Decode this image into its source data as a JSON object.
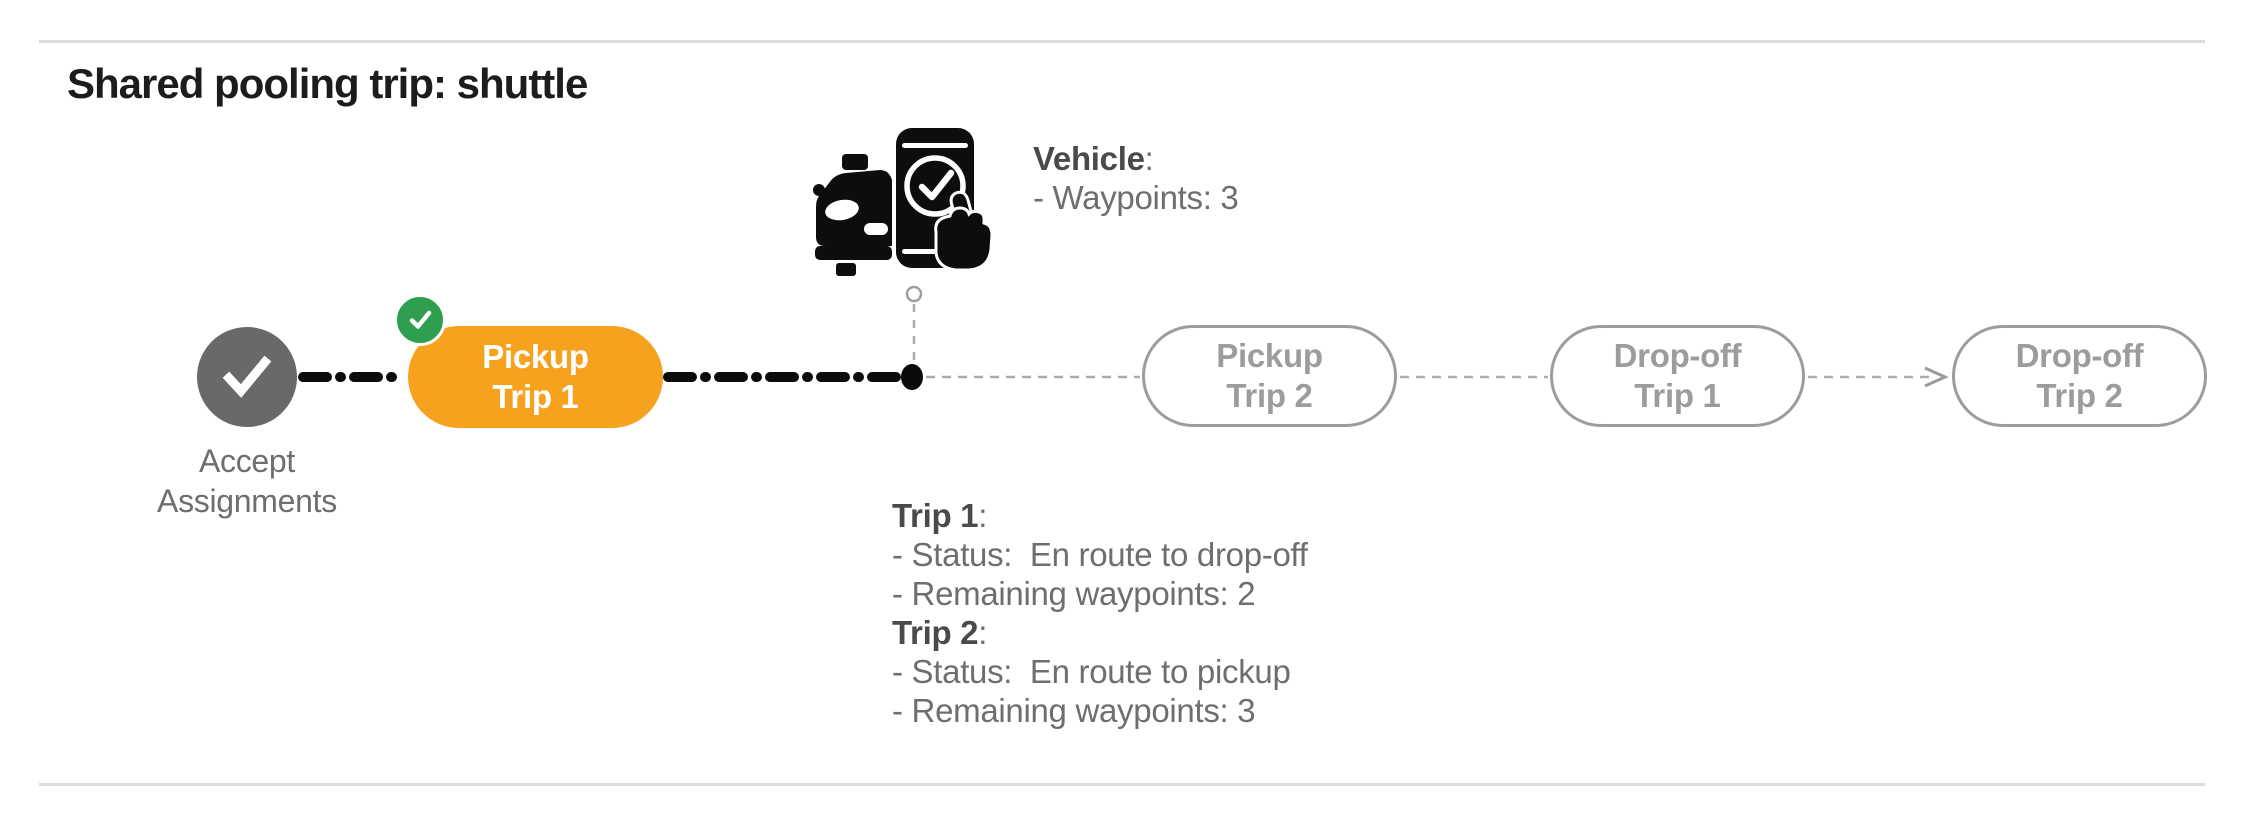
{
  "title": "Shared pooling trip: shuttle",
  "punct": {
    "colon": ":"
  },
  "colors": {
    "accent_orange": "#F6A21F",
    "badge_green": "#2F9E4F",
    "node_gray": "#696969",
    "pill_outline_gray": "#9C9C9C",
    "heading_text_dark": "#4A4A4A",
    "body_text_gray": "#6E6E6E",
    "timeline_black": "#0B0B0B",
    "connector_gray": "#ABABAB",
    "rule_gray": "#DCDCDC"
  },
  "timeline": {
    "accept_node": {
      "label_line1": "Accept",
      "label_line2": "Assignments",
      "status": "completed"
    },
    "stops": [
      {
        "line1": "Pickup",
        "line2": "Trip 1",
        "state": "completed-active"
      },
      {
        "line1": "Pickup",
        "line2": "Trip 2",
        "state": "upcoming"
      },
      {
        "line1": "Drop-off",
        "line2": "Trip 1",
        "state": "upcoming"
      },
      {
        "line1": "Drop-off",
        "line2": "Trip 2",
        "state": "upcoming"
      }
    ],
    "vehicle_marker": "current-position-dot"
  },
  "vehicle_info": {
    "heading": "Vehicle",
    "lines": [
      "- Waypoints: 3"
    ]
  },
  "trip_info": {
    "trips": [
      {
        "heading": "Trip 1",
        "lines": [
          "- Status:  En route to drop-off",
          "- Remaining waypoints: 2"
        ]
      },
      {
        "heading": "Trip 2",
        "lines": [
          "- Status:  En route to pickup",
          "- Remaining waypoints: 3"
        ]
      }
    ]
  }
}
